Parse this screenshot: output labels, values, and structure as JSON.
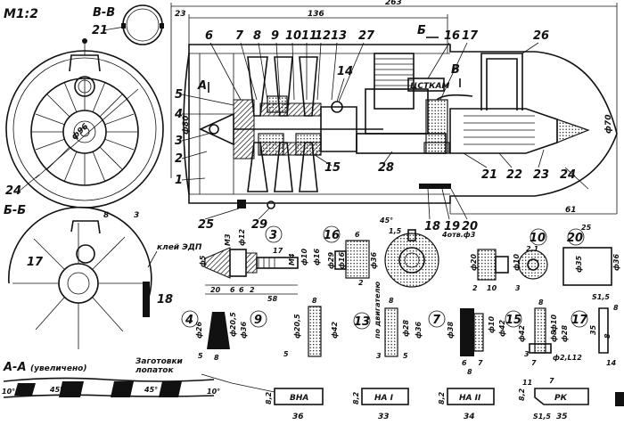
{
  "scale": "M1:2",
  "sections": {
    "vv": "В-В",
    "bb": "Б-Б",
    "aa": "А-А",
    "aa_note": "(увеличено)",
    "a_mark": "А",
    "b_mark": "Б",
    "v_mark": "В"
  },
  "annotations": {
    "glue": "клей ЭДП",
    "blanks_line1": "Заготовки",
    "blanks_line2": "лопаток",
    "holes": "4отв.ф3",
    "engine": "ЦСТКАМ",
    "by_engine": "по двигателю"
  },
  "main_dims": {
    "total": "263",
    "length": "136",
    "d23": "23",
    "d80": "ф80",
    "d70": "ф70",
    "d61": "61",
    "d96": "ф96"
  },
  "callouts": [
    "1",
    "2",
    "3",
    "4",
    "5",
    "6",
    "7",
    "8",
    "9",
    "10",
    "11",
    "12",
    "13",
    "14",
    "15",
    "16",
    "17",
    "18",
    "19",
    "20",
    "21",
    "22",
    "23",
    "24",
    "25",
    "26",
    "27",
    "28",
    "29"
  ],
  "detail_ids": [
    "3",
    "16",
    "10",
    "20",
    "4",
    "9",
    "13",
    "7",
    "15",
    "17"
  ],
  "part_dims": {
    "p3": [
      "17",
      "ф5",
      "М3",
      "ф12",
      "ф10",
      "ф16",
      "М4",
      "20",
      "6",
      "6",
      "2",
      "58"
    ],
    "p16": [
      "6",
      "ф29",
      "ф16",
      "ф36",
      "45°",
      "2",
      "1,5"
    ],
    "p10": [
      "ф20",
      "ф10",
      "2,1",
      "2",
      "10",
      "3"
    ],
    "p20": [
      "ф20",
      "ф16",
      "1"
    ],
    "p25": [
      "25",
      "ф35",
      "ф36"
    ],
    "p4": [
      "ф26",
      "ф20,5",
      "ф36",
      "5",
      "8"
    ],
    "p9": [
      "8",
      "ф20,5",
      "ф42",
      "5"
    ],
    "p13": [
      "8",
      "ф28",
      "ф36",
      "3",
      "5"
    ],
    "p7": [
      "ф38",
      "ф10",
      "ф42",
      "6",
      "7",
      "8"
    ],
    "p15": [
      "8",
      "ф42",
      "ф10",
      "ф8",
      "ф28",
      "ф2,L12",
      "7",
      "3"
    ],
    "p17": [
      "S1,5",
      "8",
      "35",
      "14",
      "8"
    ]
  },
  "blades": [
    {
      "name": "ВНА",
      "w": "36"
    },
    {
      "name": "НА I",
      "w": "33"
    },
    {
      "name": "НА II",
      "w": "34"
    },
    {
      "name": "РК",
      "w": "35"
    }
  ],
  "blade_dims": [
    "8,2",
    "8,2",
    "8,2",
    "8,2",
    "11",
    "7",
    "S1,5"
  ],
  "angles": [
    "10°",
    "45°",
    "45°",
    "10°",
    "45°"
  ],
  "misc": [
    "3",
    "8",
    "7",
    "9"
  ]
}
